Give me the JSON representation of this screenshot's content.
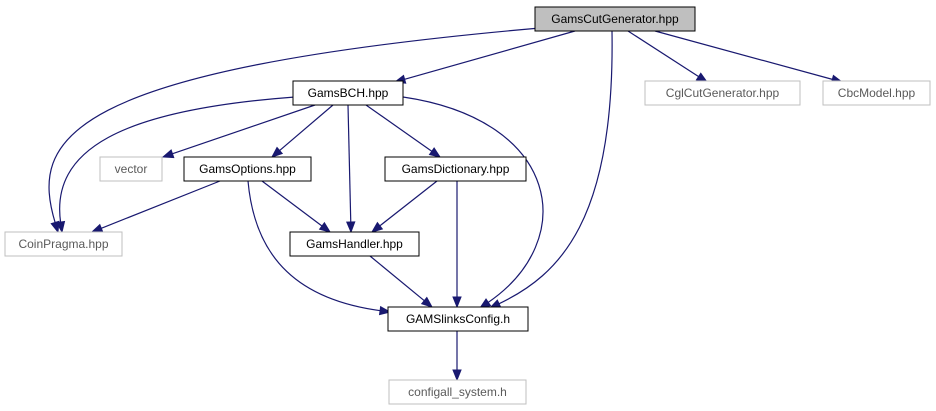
{
  "colors": {
    "edge": "#191970",
    "root_fill": "#bfbfbf",
    "normal_border": "#000000",
    "external_border": "#bfbfbf",
    "normal_text": "#000000",
    "external_text": "#5a5a5a"
  },
  "nodes": [
    {
      "id": "gamscutgenerator",
      "label": "GamsCutGenerator.hpp",
      "kind": "root"
    },
    {
      "id": "gamsbch",
      "label": "GamsBCH.hpp",
      "kind": "normal"
    },
    {
      "id": "cglcutgenerator",
      "label": "CglCutGenerator.hpp",
      "kind": "external"
    },
    {
      "id": "cbcmodel",
      "label": "CbcModel.hpp",
      "kind": "external"
    },
    {
      "id": "vector",
      "label": "vector",
      "kind": "external"
    },
    {
      "id": "gamsoptions",
      "label": "GamsOptions.hpp",
      "kind": "normal"
    },
    {
      "id": "gamsdictionary",
      "label": "GamsDictionary.hpp",
      "kind": "normal"
    },
    {
      "id": "coinpragma",
      "label": "CoinPragma.hpp",
      "kind": "external"
    },
    {
      "id": "gamshandler",
      "label": "GamsHandler.hpp",
      "kind": "normal"
    },
    {
      "id": "gamslinksconfig",
      "label": "GAMSlinksConfig.h",
      "kind": "normal"
    },
    {
      "id": "configall",
      "label": "configall_system.h",
      "kind": "external"
    }
  ],
  "edges": [
    {
      "from": "gamscutgenerator",
      "to": "gamsbch"
    },
    {
      "from": "gamscutgenerator",
      "to": "cglcutgenerator"
    },
    {
      "from": "gamscutgenerator",
      "to": "cbcmodel"
    },
    {
      "from": "gamscutgenerator",
      "to": "coinpragma"
    },
    {
      "from": "gamscutgenerator",
      "to": "gamslinksconfig"
    },
    {
      "from": "gamsbch",
      "to": "vector"
    },
    {
      "from": "gamsbch",
      "to": "gamsoptions"
    },
    {
      "from": "gamsbch",
      "to": "gamsdictionary"
    },
    {
      "from": "gamsbch",
      "to": "gamshandler"
    },
    {
      "from": "gamsbch",
      "to": "coinpragma"
    },
    {
      "from": "gamsbch",
      "to": "gamslinksconfig"
    },
    {
      "from": "gamsoptions",
      "to": "coinpragma"
    },
    {
      "from": "gamsoptions",
      "to": "gamshandler"
    },
    {
      "from": "gamsoptions",
      "to": "gamslinksconfig"
    },
    {
      "from": "gamsdictionary",
      "to": "gamshandler"
    },
    {
      "from": "gamsdictionary",
      "to": "gamslinksconfig"
    },
    {
      "from": "gamshandler",
      "to": "gamslinksconfig"
    },
    {
      "from": "gamslinksconfig",
      "to": "configall"
    }
  ]
}
